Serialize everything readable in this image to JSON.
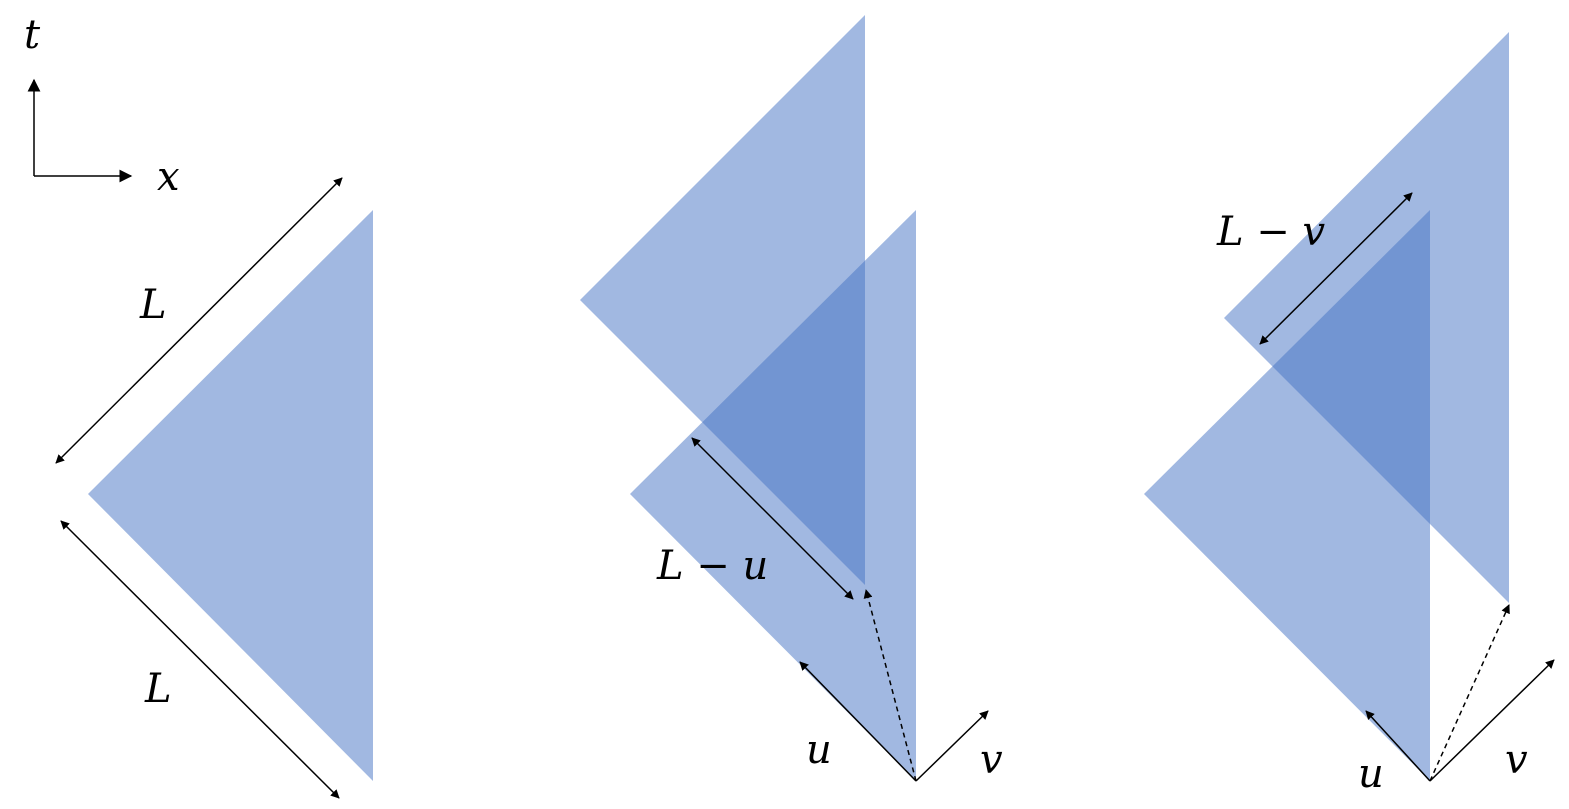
{
  "axes": {
    "t_label": "t",
    "x_label": "x"
  },
  "panel_left": {
    "upper_label": "L",
    "lower_label": "L"
  },
  "panel_middle": {
    "diagonal_label": "L − u",
    "u_label": "u",
    "v_label": "v"
  },
  "panel_right": {
    "diagonal_label": "L − v",
    "u_label": "u",
    "v_label": "v"
  },
  "colors": {
    "region_fill": "#4472C4",
    "region_opacity": 0.5,
    "stroke": "#000000"
  }
}
